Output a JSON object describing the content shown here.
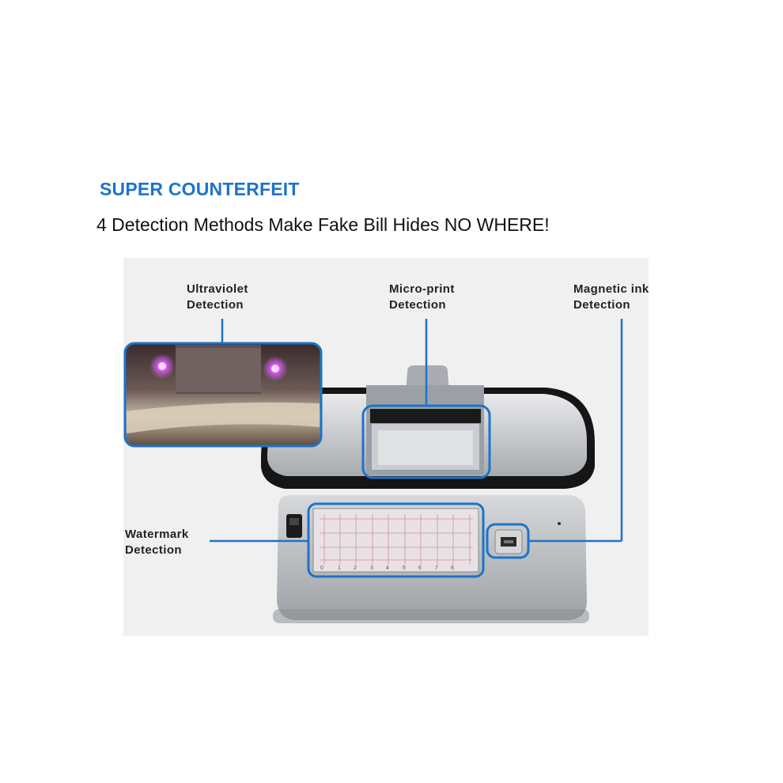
{
  "heading": "SUPER COUNTERFEIT",
  "subheading": "4 Detection Methods Make Fake Bill Hides NO WHERE!",
  "callouts": {
    "ultraviolet": {
      "line1": "Ultraviolet",
      "line2": "Detection"
    },
    "microprint": {
      "line1": "Micro-print",
      "line2": "Detection"
    },
    "magnetic": {
      "line1": "Magnetic ink",
      "line2": "Detection"
    },
    "watermark": {
      "line1": "Watermark",
      "line2": "Detection"
    }
  },
  "grid_numbers": [
    "0",
    "1",
    "2",
    "3",
    "4",
    "5",
    "6",
    "7",
    "8"
  ],
  "colors": {
    "accent": "#1e73c8",
    "device_silver": "#b9bcc0",
    "device_black": "#151515",
    "uv_purple": "#c64fe0"
  }
}
